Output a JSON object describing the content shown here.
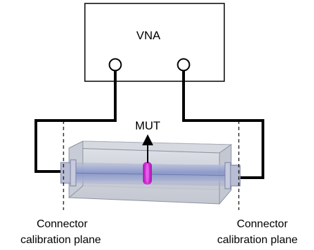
{
  "instrument": {
    "label": "VNA"
  },
  "sample": {
    "label": "MUT"
  },
  "calibration_planes": {
    "left": {
      "line1": "Connector",
      "line2": "calibration plane"
    },
    "right": {
      "line1": "Connector",
      "line2": "calibration plane"
    }
  },
  "colors": {
    "lines": "#000000",
    "waveguide_body": "#c9cdd6",
    "waveguide_inner": "#9fa8c4",
    "coax": "#7f8fc4",
    "sample": "#d22ad2"
  }
}
